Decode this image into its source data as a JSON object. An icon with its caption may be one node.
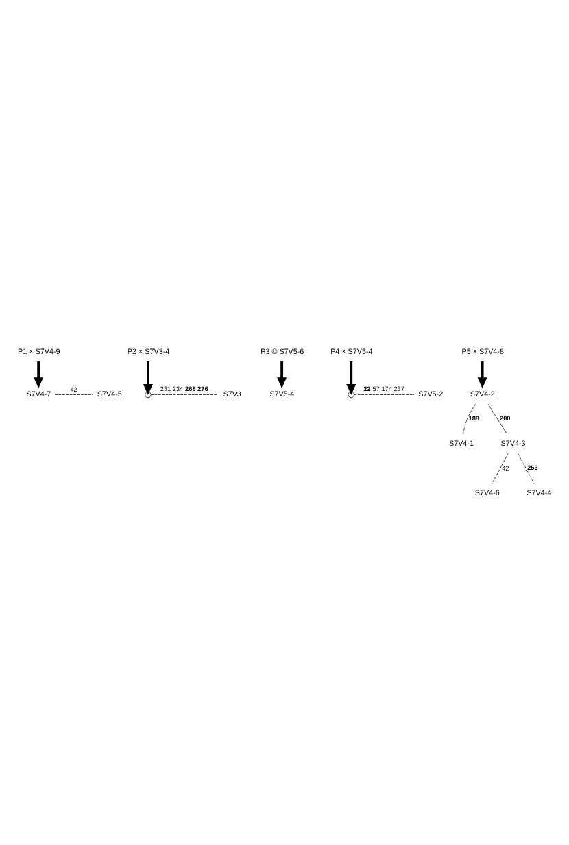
{
  "diagram": {
    "nodes": [
      {
        "text": [
          "P1 × S7V4-9"
        ]
      },
      {
        "text": [
          "S7V4-7"
        ]
      },
      {
        "text": [
          "S7V4-5"
        ]
      },
      {
        "text": [
          "P2 × S7V3-4"
        ]
      },
      {
        "text": [],
        "shape": "circle"
      },
      {
        "text": [
          "S7V3"
        ]
      },
      {
        "text": [
          "P3 © S7V5-6"
        ]
      },
      {
        "text": [
          "S7V5-4"
        ]
      },
      {
        "text": [
          "P4 × S7V5-4"
        ]
      },
      {
        "text": [],
        "shape": "circle"
      },
      {
        "text": [
          "S7V5-2"
        ]
      },
      {
        "text": [
          "P5 × S7V4-8"
        ]
      },
      {
        "text": [
          "S7V4-2"
        ]
      },
      {
        "text": [
          "S7V4-1"
        ]
      },
      {
        "text": [
          "S7V4-3"
        ]
      },
      {
        "text": [
          "S7V4-6"
        ]
      },
      {
        "text": [
          "S7V4-4"
        ]
      }
    ],
    "edges": [
      {
        "from": 0,
        "to": 1,
        "arrow": "to",
        "style": "thick"
      },
      {
        "from": 1,
        "to": 2,
        "arrow": "none",
        "style": "dashed",
        "label": "42"
      },
      {
        "from": 3,
        "to": 4,
        "arrow": "to",
        "style": "thick"
      },
      {
        "from": 4,
        "to": 5,
        "arrow": "none",
        "style": "dashed",
        "label": "231 234 **268 276**"
      },
      {
        "from": 6,
        "to": 7,
        "arrow": "to",
        "style": "thick"
      },
      {
        "from": 8,
        "to": 9,
        "arrow": "to",
        "style": "thick"
      },
      {
        "from": 9,
        "to": 10,
        "arrow": "none",
        "style": "dashed",
        "label": "**22** 57 174 237"
      },
      {
        "from": 11,
        "to": 12,
        "arrow": "to",
        "style": "thick"
      },
      {
        "from": 12,
        "to": 13,
        "arrow": "none",
        "style": "dashed",
        "label": "**188**"
      },
      {
        "from": 12,
        "to": 14,
        "arrow": "none",
        "label": "**200**"
      },
      {
        "from": 14,
        "to": 15,
        "arrow": "none",
        "style": "dashed",
        "label": "42"
      },
      {
        "from": 14,
        "to": 16,
        "arrow": "none",
        "style": "dashed",
        "label": "**253**"
      }
    ]
  }
}
